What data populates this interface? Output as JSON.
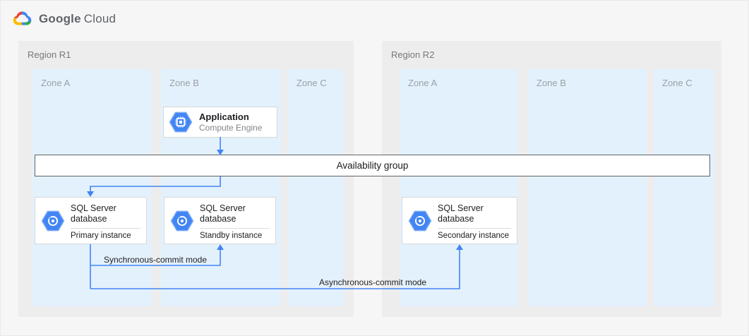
{
  "header": {
    "logo_part1": "Google",
    "logo_part2": "Cloud"
  },
  "regions": [
    {
      "label": "Region R1",
      "zones": [
        {
          "label": "Zone A"
        },
        {
          "label": "Zone B"
        },
        {
          "label": "Zone C"
        }
      ]
    },
    {
      "label": "Region R2",
      "zones": [
        {
          "label": "Zone A"
        },
        {
          "label": "Zone B"
        },
        {
          "label": "Zone C"
        }
      ]
    }
  ],
  "application_card": {
    "title": "Application",
    "subtitle": "Compute Engine",
    "icon": "compute-engine-icon"
  },
  "availability_group": {
    "label": "Availability group"
  },
  "database_cards": [
    {
      "title": "SQL Server database",
      "instance": "Primary instance",
      "icon": "sql-server-icon"
    },
    {
      "title": "SQL Server database",
      "instance": "Standby instance",
      "icon": "sql-server-icon"
    },
    {
      "title": "SQL Server database",
      "instance": "Secondary instance",
      "icon": "sql-server-icon"
    }
  ],
  "connections": {
    "synchronous_label": "Synchronous-commit mode",
    "asynchronous_label": "Asynchronous-commit mode"
  },
  "colors": {
    "arrow_blue": "#4285f4",
    "hexagon_blue": "#4285f4",
    "hexagon_halo": "#7baaf7",
    "zone_bg": "#e3f1fd",
    "region_bg": "#ededee",
    "page_bg": "#f6f6f6",
    "google_blue": "#4285f4",
    "google_red": "#ea4335",
    "google_yellow": "#fbbc04",
    "google_green": "#34a853"
  }
}
